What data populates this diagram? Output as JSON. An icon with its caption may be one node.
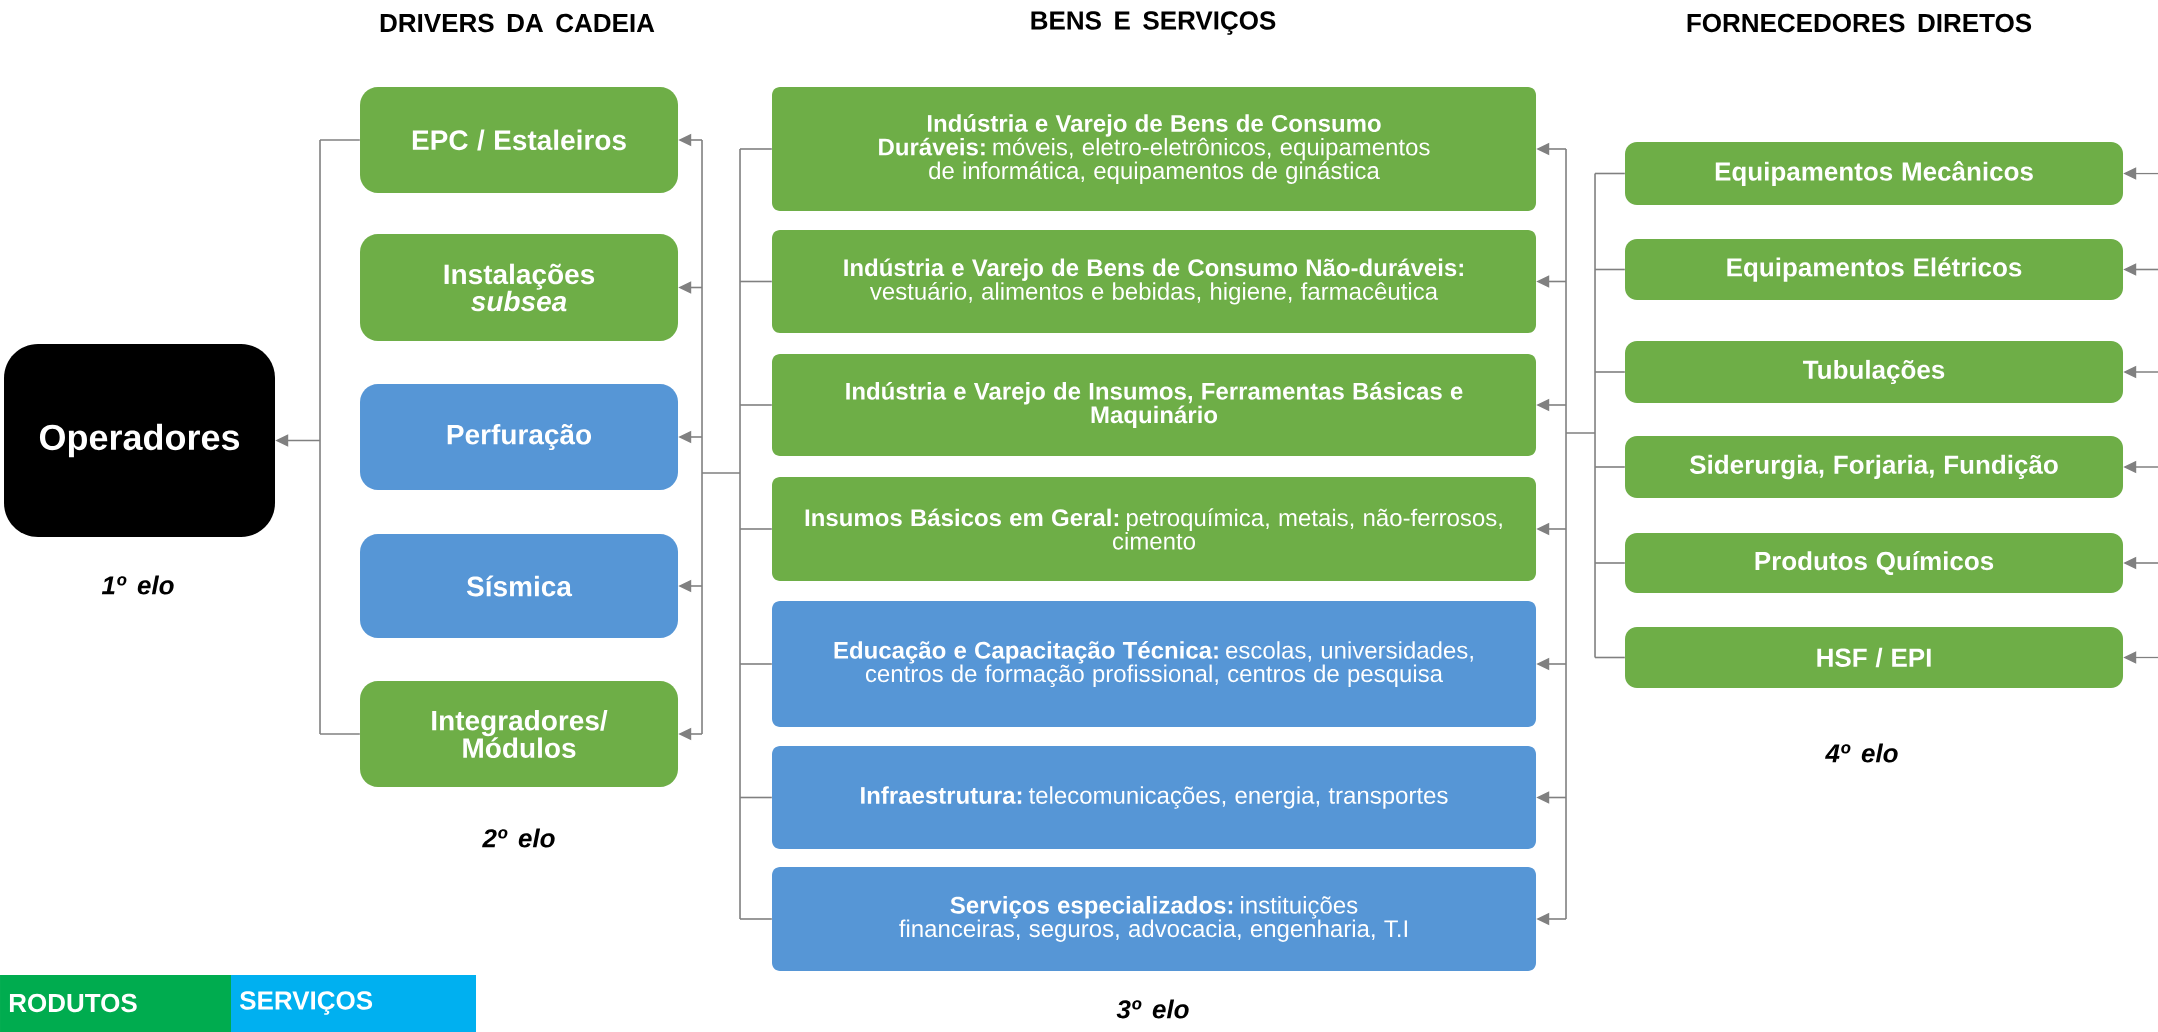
{
  "diagram": {
    "nodes": [
      {
        "text": [
          "Operadores"
        ]
      },
      {
        "text": [
          "EPC / Estaleiros"
        ]
      },
      {
        "text": [
          "Instalações *subsea*"
        ]
      },
      {
        "text": [
          "Perfuração"
        ]
      },
      {
        "text": [
          "Sísmica"
        ]
      },
      {
        "text": [
          "Integradores/ Módulos"
        ]
      },
      {
        "text": [
          "**Indústria e Varejo de Bens de Consumo Duráveis:** móveis, eletro-eletrônicos, equipamentos de informática, equipamentos de ginástica"
        ]
      },
      {
        "text": [
          "**Indústria e Varejo de Bens de Consumo Não-duráveis:** vestuário, alimentos e bebidas, higiene, farmacêutica"
        ]
      },
      {
        "text": [
          "**Indústria e Varejo de Insumos, Ferramentas Básicas e Maquinário**"
        ]
      },
      {
        "text": [
          "**Insumos Básicos em Geral:** petroquímica, metais, não-ferrosos, cimento"
        ]
      },
      {
        "text": [
          "**Educação e Capacitação Técnica:** escolas, universidades, centros de formação profissional, centros de pesquisa"
        ]
      },
      {
        "text": [
          "**Infraestrutura:** telecomunicações, energia, transportes"
        ]
      },
      {
        "text": [
          "**Serviços especializados:** instituições financeiras, seguros, advocacia, engenharia, T.I"
        ]
      },
      {
        "text": [
          "Equipamentos Mecânicos"
        ]
      },
      {
        "text": [
          "Equipamentos Elétricos"
        ]
      },
      {
        "text": [
          "Tubulações"
        ]
      },
      {
        "text": [
          "Siderurgia, Forjaria, Fundição"
        ]
      },
      {
        "text": [
          "Produtos Químicos"
        ]
      },
      {
        "text": [
          "HSF / EPI"
        ]
      }
    ],
    "edges": [
      {
        "from": 1,
        "to": 0,
        "arrow": "to"
      },
      {
        "from": 5,
        "to": 0,
        "arrow": "to"
      },
      {
        "from": 6,
        "to": 1,
        "arrow": "to"
      },
      {
        "from": 6,
        "to": 2,
        "arrow": "to"
      },
      {
        "from": 6,
        "to": 3,
        "arrow": "to"
      },
      {
        "from": 6,
        "to": 4,
        "arrow": "to"
      },
      {
        "from": 6,
        "to": 5,
        "arrow": "to"
      },
      {
        "from": 7,
        "to": 1,
        "arrow": "to"
      },
      {
        "from": 7,
        "to": 2,
        "arrow": "to"
      },
      {
        "from": 7,
        "to": 3,
        "arrow": "to"
      },
      {
        "from": 7,
        "to": 4,
        "arrow": "to"
      },
      {
        "from": 7,
        "to": 5,
        "arrow": "to"
      },
      {
        "from": 8,
        "to": 1,
        "arrow": "to"
      },
      {
        "from": 8,
        "to": 2,
        "arrow": "to"
      },
      {
        "from": 8,
        "to": 3,
        "arrow": "to"
      },
      {
        "from": 8,
        "to": 4,
        "arrow": "to"
      },
      {
        "from": 8,
        "to": 5,
        "arrow": "to"
      },
      {
        "from": 9,
        "to": 1,
        "arrow": "to"
      },
      {
        "from": 9,
        "to": 2,
        "arrow": "to"
      },
      {
        "from": 9,
        "to": 3,
        "arrow": "to"
      },
      {
        "from": 9,
        "to": 4,
        "arrow": "to"
      },
      {
        "from": 9,
        "to": 5,
        "arrow": "to"
      },
      {
        "from": 10,
        "to": 1,
        "arrow": "to"
      },
      {
        "from": 10,
        "to": 2,
        "arrow": "to"
      },
      {
        "from": 10,
        "to": 3,
        "arrow": "to"
      },
      {
        "from": 10,
        "to": 4,
        "arrow": "to"
      },
      {
        "from": 10,
        "to": 5,
        "arrow": "to"
      },
      {
        "from": 11,
        "to": 1,
        "arrow": "to"
      },
      {
        "from": 11,
        "to": 2,
        "arrow": "to"
      },
      {
        "from": 11,
        "to": 3,
        "arrow": "to"
      },
      {
        "from": 11,
        "to": 4,
        "arrow": "to"
      },
      {
        "from": 11,
        "to": 5,
        "arrow": "to"
      },
      {
        "from": 12,
        "to": 1,
        "arrow": "to"
      },
      {
        "from": 12,
        "to": 2,
        "arrow": "to"
      },
      {
        "from": 12,
        "to": 3,
        "arrow": "to"
      },
      {
        "from": 12,
        "to": 4,
        "arrow": "to"
      },
      {
        "from": 12,
        "to": 5,
        "arrow": "to"
      },
      {
        "from": 13,
        "to": 6,
        "arrow": "to"
      },
      {
        "from": 13,
        "to": 7,
        "arrow": "to"
      },
      {
        "from": 13,
        "to": 8,
        "arrow": "to"
      },
      {
        "from": 13,
        "to": 9,
        "arrow": "to"
      },
      {
        "from": 13,
        "to": 10,
        "arrow": "to"
      },
      {
        "from": 13,
        "to": 11,
        "arrow": "to"
      },
      {
        "from": 13,
        "to": 12,
        "arrow": "to"
      },
      {
        "from": 14,
        "to": 6,
        "arrow": "to"
      },
      {
        "from": 14,
        "to": 7,
        "arrow": "to"
      },
      {
        "from": 14,
        "to": 8,
        "arrow": "to"
      },
      {
        "from": 14,
        "to": 9,
        "arrow": "to"
      },
      {
        "from": 14,
        "to": 10,
        "arrow": "to"
      },
      {
        "from": 14,
        "to": 11,
        "arrow": "to"
      },
      {
        "from": 14,
        "to": 12,
        "arrow": "to"
      },
      {
        "from": 15,
        "to": 6,
        "arrow": "to"
      },
      {
        "from": 15,
        "to": 7,
        "arrow": "to"
      },
      {
        "from": 15,
        "to": 8,
        "arrow": "to"
      },
      {
        "from": 15,
        "to": 9,
        "arrow": "to"
      },
      {
        "from": 15,
        "to": 10,
        "arrow": "to"
      },
      {
        "from": 15,
        "to": 11,
        "arrow": "to"
      },
      {
        "from": 15,
        "to": 12,
        "arrow": "to"
      },
      {
        "from": 16,
        "to": 6,
        "arrow": "to"
      },
      {
        "from": 16,
        "to": 7,
        "arrow": "to"
      },
      {
        "from": 16,
        "to": 8,
        "arrow": "to"
      },
      {
        "from": 16,
        "to": 9,
        "arrow": "to"
      },
      {
        "from": 16,
        "to": 10,
        "arrow": "to"
      },
      {
        "from": 16,
        "to": 11,
        "arrow": "to"
      },
      {
        "from": 16,
        "to": 12,
        "arrow": "to"
      },
      {
        "from": 17,
        "to": 6,
        "arrow": "to"
      },
      {
        "from": 17,
        "to": 7,
        "arrow": "to"
      },
      {
        "from": 17,
        "to": 8,
        "arrow": "to"
      },
      {
        "from": 17,
        "to": 9,
        "arrow": "to"
      },
      {
        "from": 17,
        "to": 10,
        "arrow": "to"
      },
      {
        "from": 17,
        "to": 11,
        "arrow": "to"
      },
      {
        "from": 17,
        "to": 12,
        "arrow": "to"
      },
      {
        "from": 18,
        "to": 6,
        "arrow": "to"
      },
      {
        "from": 18,
        "to": 7,
        "arrow": "to"
      },
      {
        "from": 18,
        "to": 8,
        "arrow": "to"
      },
      {
        "from": 18,
        "to": 9,
        "arrow": "to"
      },
      {
        "from": 18,
        "to": 10,
        "arrow": "to"
      },
      {
        "from": 18,
        "to": 11,
        "arrow": "to"
      },
      {
        "from": 18,
        "to": 12,
        "arrow": "to"
      },
      {
        "from": null,
        "to": 13,
        "arrow": "to"
      },
      {
        "from": null,
        "to": 14,
        "arrow": "to"
      },
      {
        "from": null,
        "to": 15,
        "arrow": "to"
      },
      {
        "from": null,
        "to": 16,
        "arrow": "to"
      },
      {
        "from": null,
        "to": 17,
        "arrow": "to"
      },
      {
        "from": null,
        "to": 18,
        "arrow": "to"
      }
    ],
    "labels": [
      "DRIVERS DA CADEIA",
      "BENS E SERVIÇOS",
      "FORNECEDORES DIRETOS",
      "1º elo",
      "4º elo",
      "2º elo",
      "3º elo"
    ],
    "legend": [
      {
        "text": "RODUTOS",
        "color": "#00ac4f"
      },
      {
        "text": "SERVIÇOS",
        "color": "#00b0f0"
      }
    ]
  }
}
